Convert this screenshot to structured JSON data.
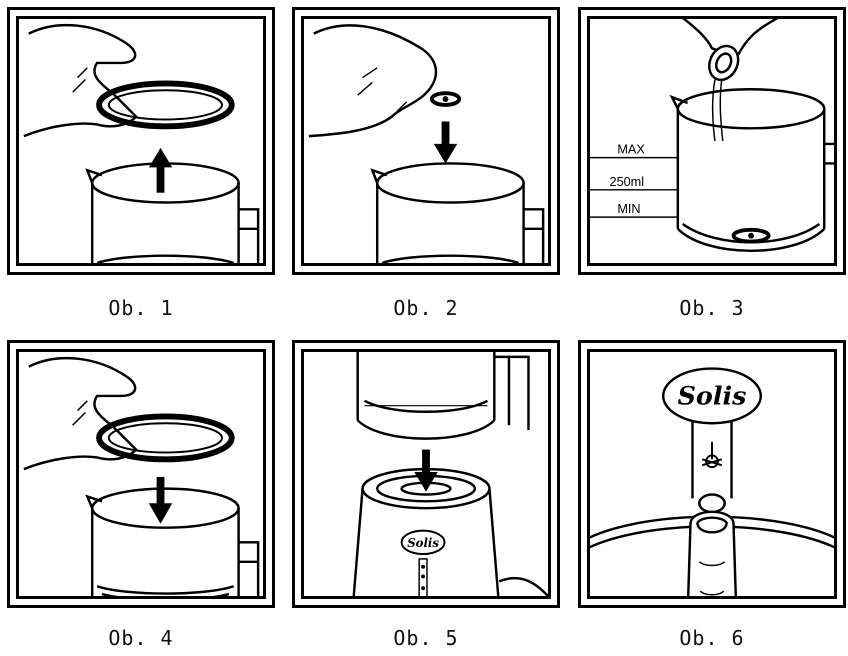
{
  "figures": [
    {
      "caption": "Ob. 1"
    },
    {
      "caption": "Ob. 2"
    },
    {
      "caption": "Ob. 3",
      "labels": {
        "max": "MAX",
        "mid": "250ml",
        "min": "MIN"
      }
    },
    {
      "caption": "Ob. 4"
    },
    {
      "caption": "Ob. 5",
      "logo": "Solis"
    },
    {
      "caption": "Ob. 6",
      "logo": "Solis"
    }
  ],
  "icons": [
    "hand-icon",
    "lid-icon",
    "jug-icon",
    "arrow-up-icon",
    "arrow-down-icon",
    "whisk-icon",
    "bottle-icon",
    "base-unit-icon",
    "finger-icon"
  ]
}
